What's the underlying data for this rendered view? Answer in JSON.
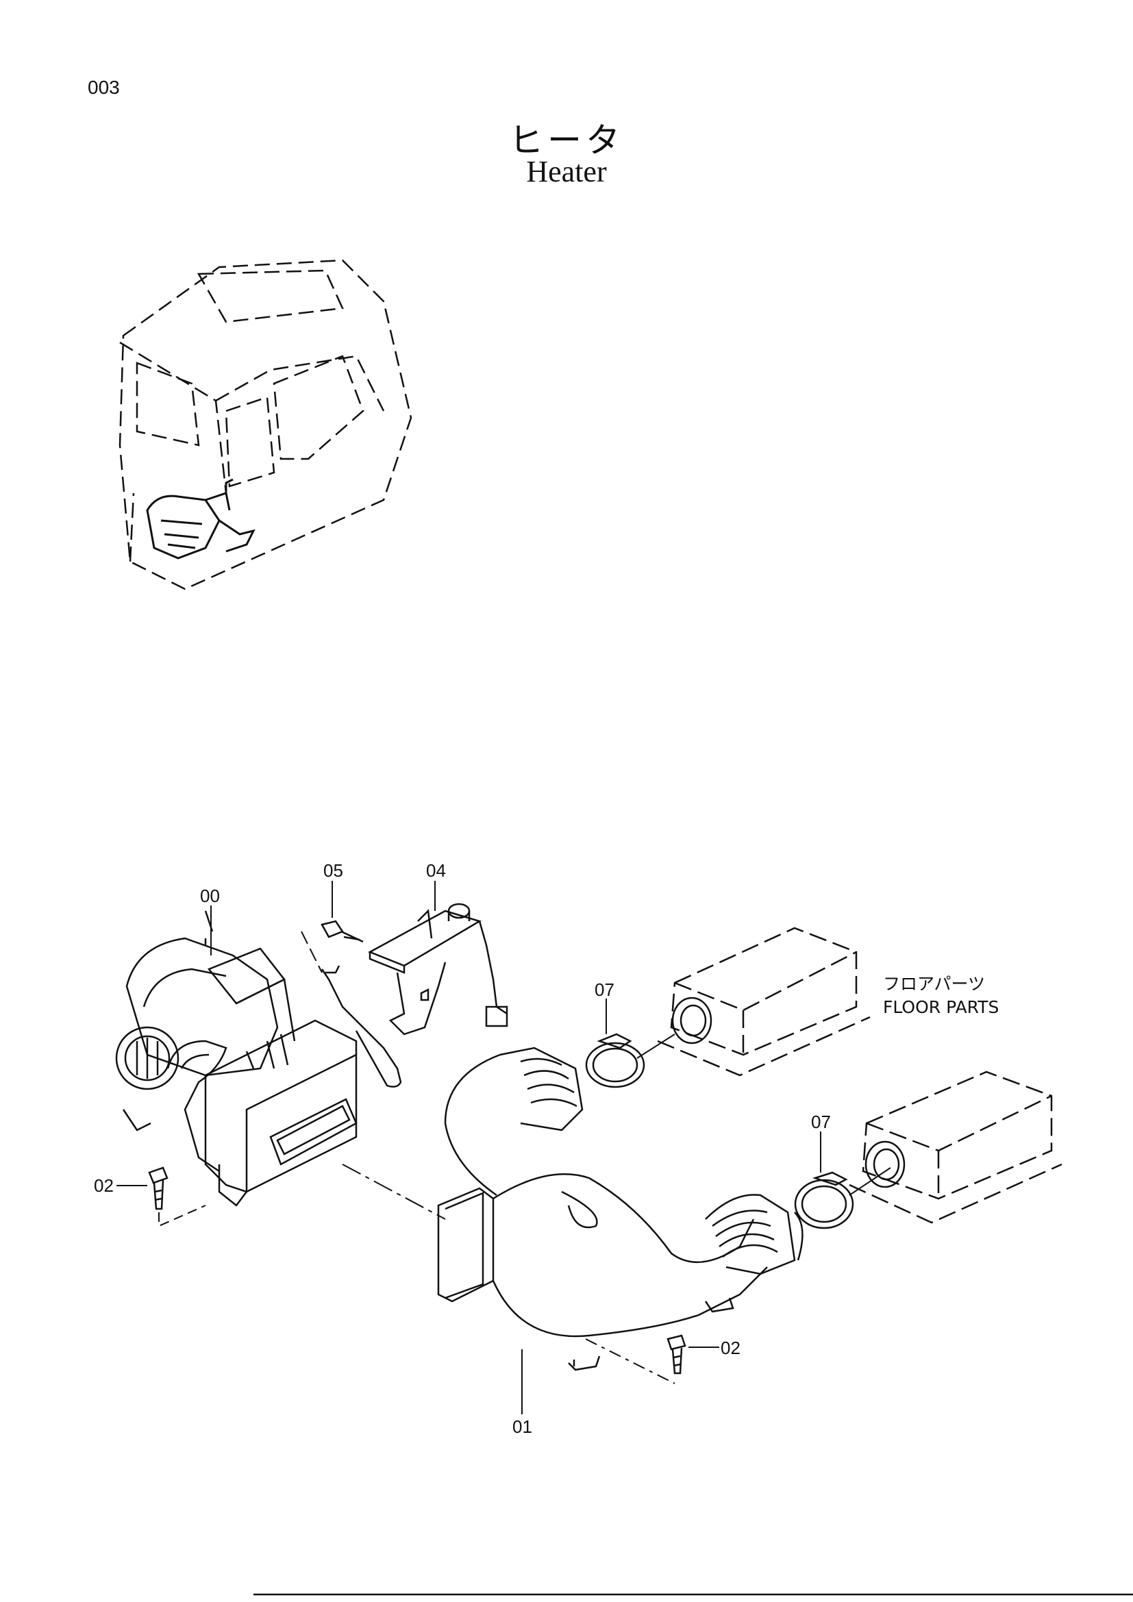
{
  "page": {
    "number": "003"
  },
  "title": {
    "japanese": "ヒータ",
    "english": "Heater"
  },
  "callouts": {
    "c00": "00",
    "c01": "01",
    "c02_left": "02",
    "c02_right": "02",
    "c04": "04",
    "c05": "05",
    "c07_top": "07",
    "c07_bottom": "07"
  },
  "floor_parts": {
    "japanese": "フロアパーツ",
    "english": "FLOOR PARTS"
  }
}
